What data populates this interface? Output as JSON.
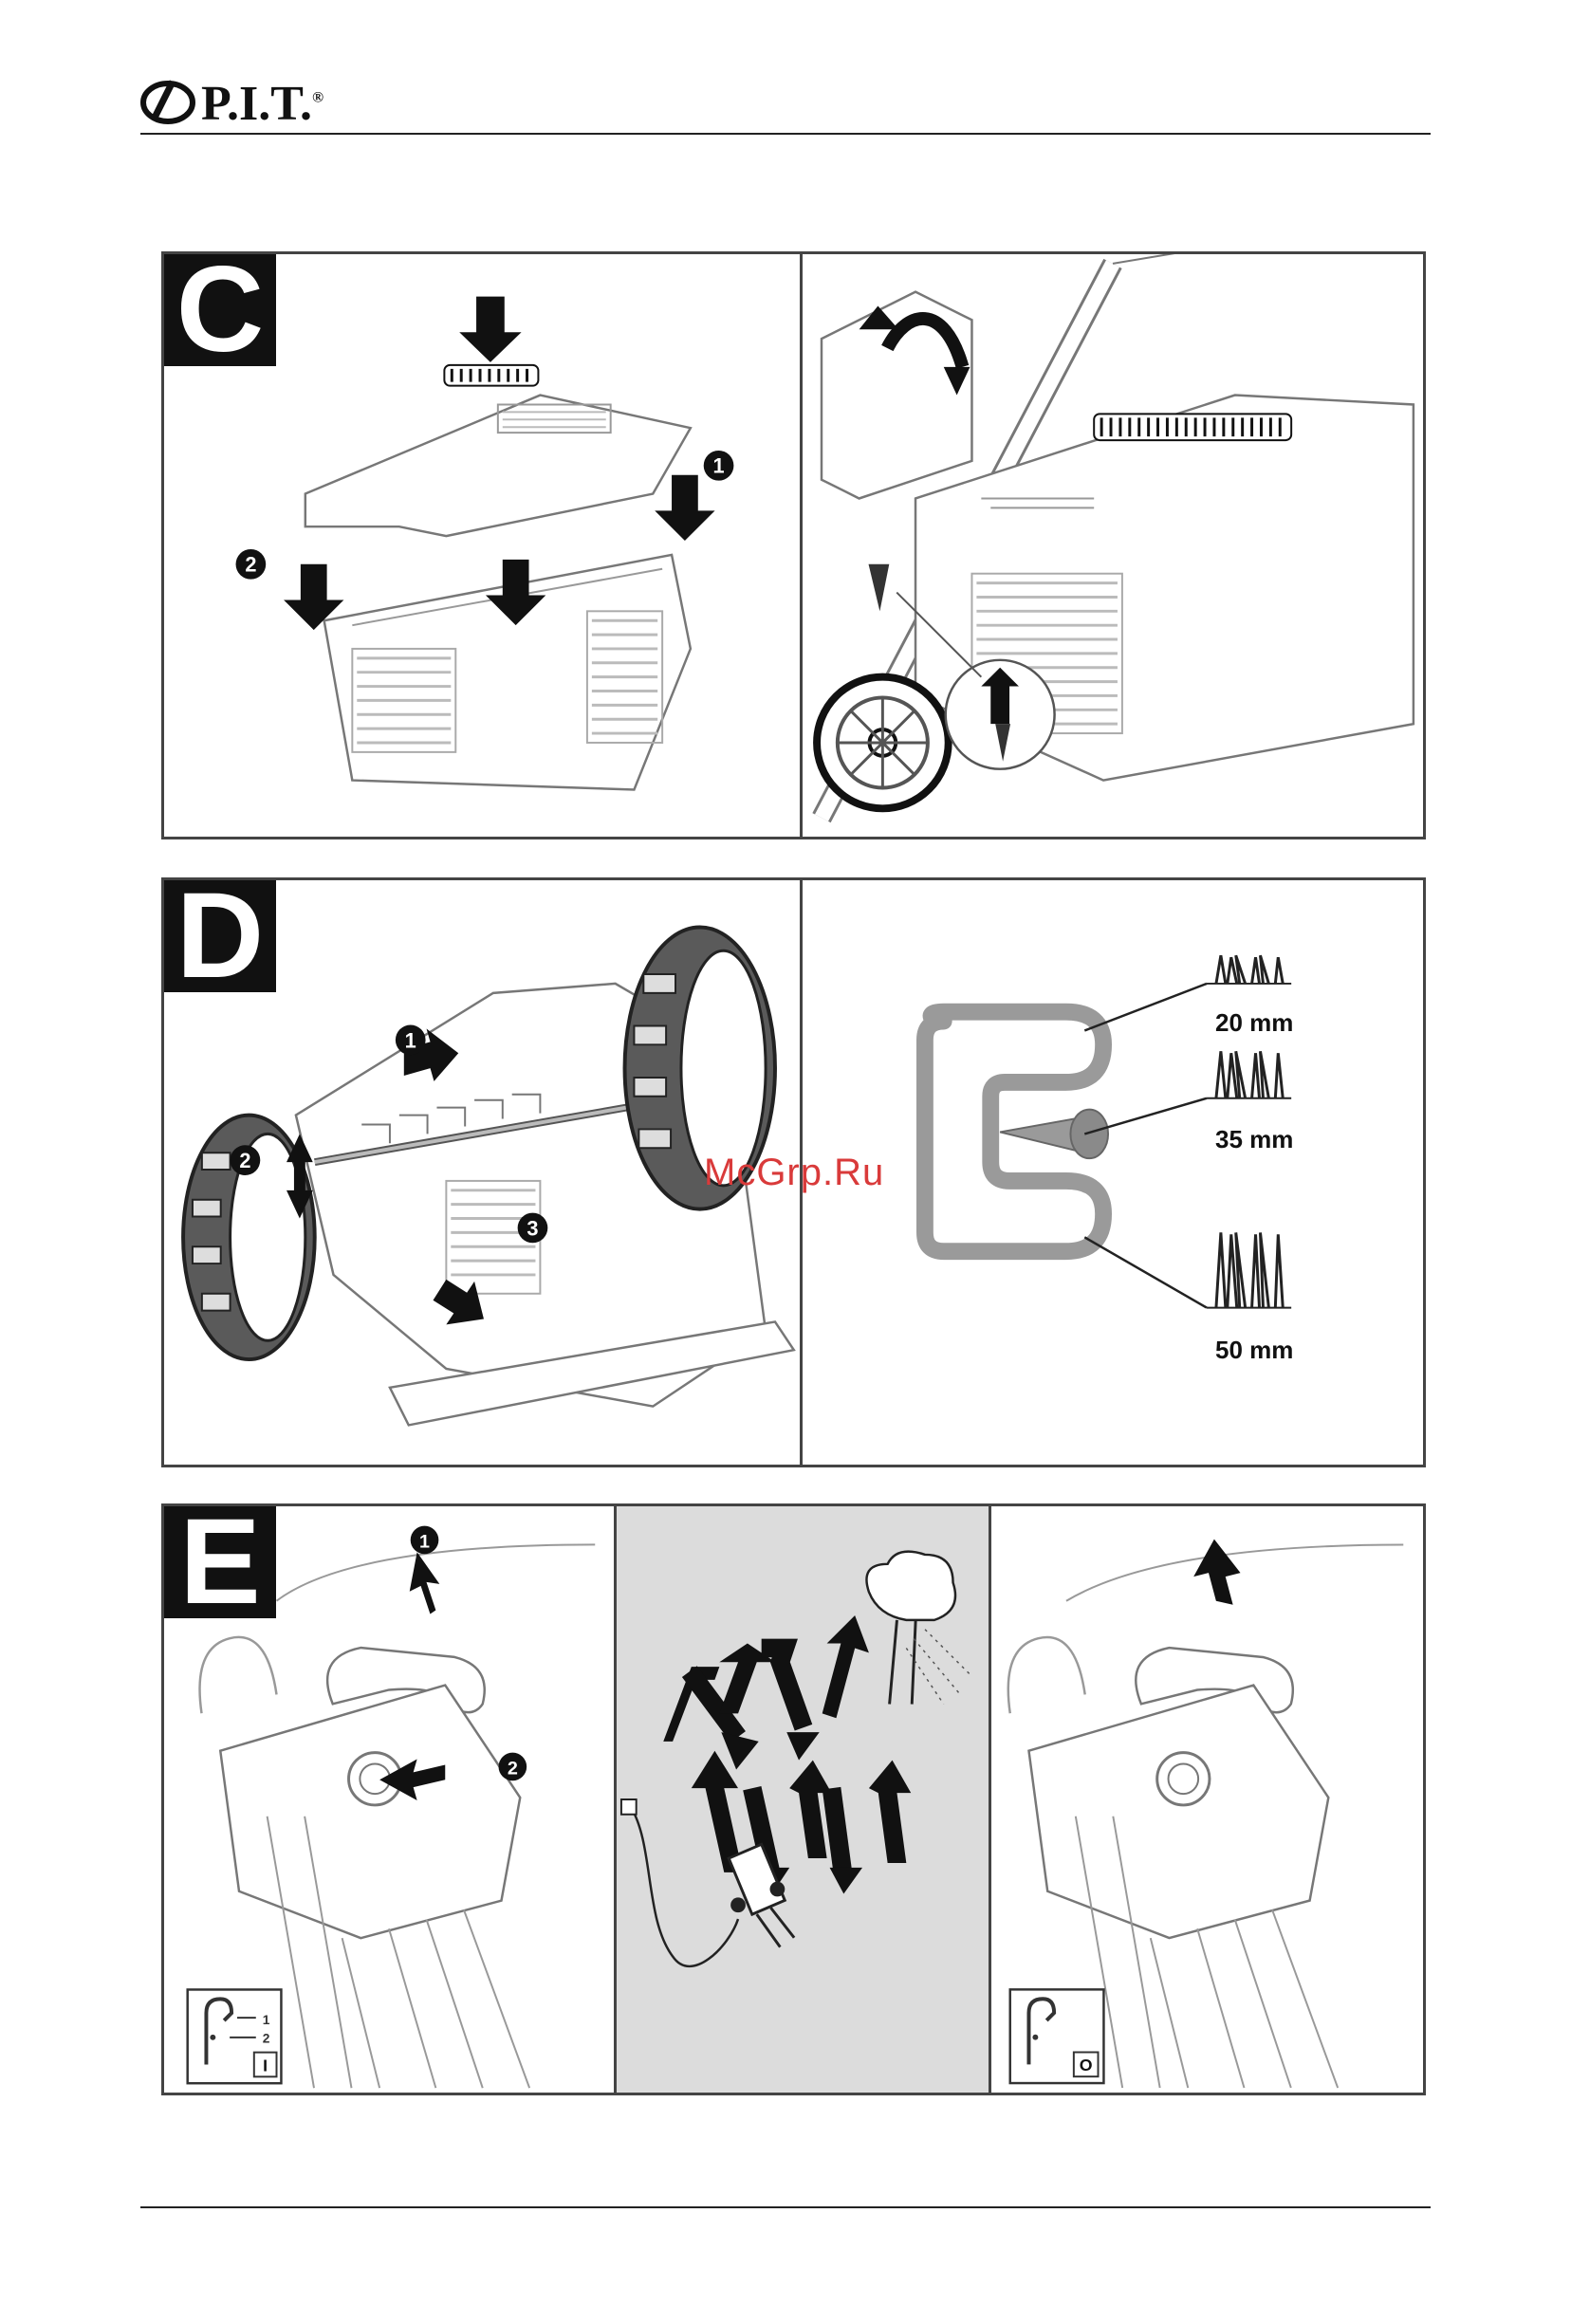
{
  "header": {
    "brand": "P.I.T.",
    "registered": "®"
  },
  "sections": {
    "c": "C",
    "d": "D",
    "e": "E"
  },
  "height_settings": [
    "20 mm",
    "35 mm",
    "50 mm"
  ],
  "watermark": "McGrp.Ru",
  "step_numbers": [
    "1",
    "2",
    "3"
  ],
  "switch_icon_labels": {
    "step_one": "1",
    "step_two": "2",
    "on": "I",
    "off": "O"
  },
  "colors": {
    "ink": "#111111",
    "frame": "#444444",
    "line": "#777777",
    "shade": "#dcdcdc",
    "watermark": "#d93a3a"
  }
}
